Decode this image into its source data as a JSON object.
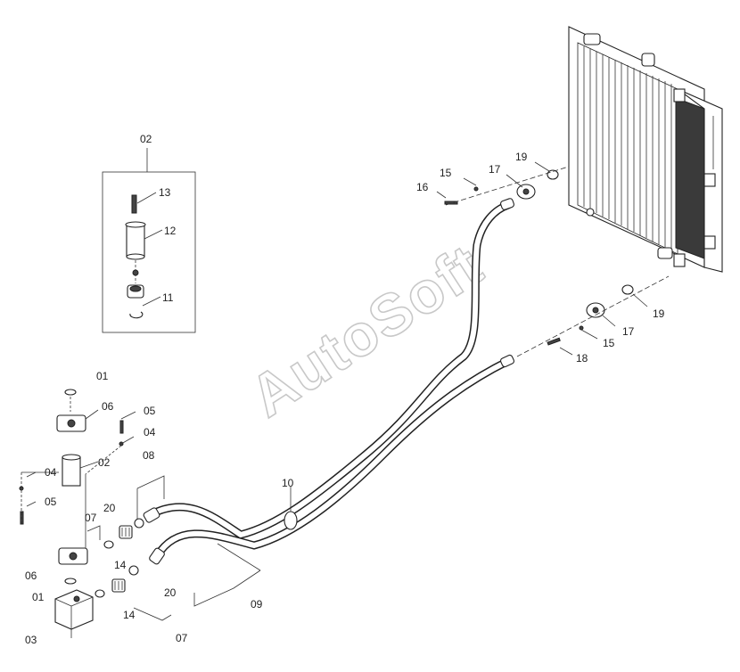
{
  "watermark": "AutoSoft",
  "detail_label": "02",
  "callouts": [
    "01",
    "06",
    "05",
    "04",
    "02",
    "04",
    "05",
    "06",
    "01",
    "03",
    "07",
    "20",
    "14",
    "08",
    "07",
    "20",
    "14",
    "09",
    "10",
    "13",
    "12",
    "11",
    "16",
    "15",
    "17",
    "19",
    "19",
    "17",
    "15",
    "18"
  ]
}
